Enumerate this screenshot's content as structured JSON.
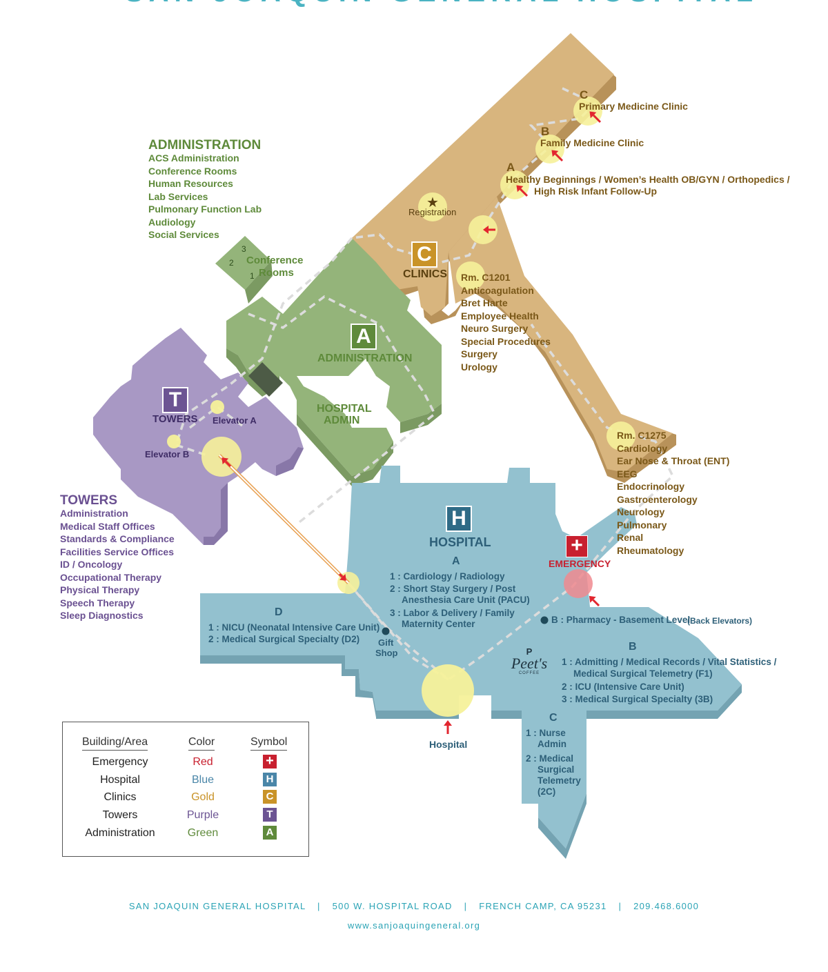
{
  "title_fragment": "SAN JOAQUIN GENERAL HOSPITAL",
  "administration": {
    "heading": "ADMINISTRATION",
    "items": [
      "ACS Administration",
      "Conference Rooms",
      "Human Resources",
      "Lab Services",
      "Pulmonary Function Lab",
      "Audiology",
      "Social Services"
    ],
    "building_letter": "A",
    "building_label": "ADMINISTRATION",
    "hospital_admin": [
      "HOSPITAL",
      "ADMIN"
    ],
    "conference": [
      "Conference",
      "Rooms"
    ],
    "conference_numbers": [
      "3",
      "2",
      "1"
    ]
  },
  "towers": {
    "heading": "TOWERS",
    "items": [
      "Administration",
      "Medical Staff Offices",
      "Standards & Compliance",
      "Facilities Service Offices",
      "ID / Oncology",
      "Occupational Therapy",
      "Physical Therapy",
      "Speech Therapy",
      "Sleep Diagnostics"
    ],
    "building_letter": "T",
    "building_label": "TOWERS",
    "elevator_a": "Elevator A",
    "elevator_b": "Elevator B"
  },
  "clinics": {
    "building_letter": "C",
    "building_label": "CLINICS",
    "registration": "Registration",
    "c_letter": "C",
    "c_label": "Primary Medicine Clinic",
    "b_letter": "B",
    "b_label": "Family Medicine Clinic",
    "a_letter": "A",
    "a_label_1": "Healthy Beginnings / Women’s Health OB/GYN / Orthopedics /",
    "a_label_2": "High Risk Infant Follow-Up",
    "c1201": [
      "Rm. C1201",
      "Anticoagulation",
      "Bret Harte",
      "Employee Health",
      "Neuro Surgery",
      "Special Procedures",
      "Surgery",
      "Urology"
    ],
    "c1275": [
      "Rm. C1275",
      "Cardiology",
      "Ear Nose & Throat (ENT)",
      "EEG",
      "Endocrinology",
      "Gastroenterology",
      "Neurology",
      "Pulmonary",
      "Renal",
      "Rheumatology"
    ]
  },
  "hospital": {
    "building_letter": "H",
    "building_label": "HOSPITAL",
    "emergency_label": "EMERGENCY",
    "entrance_label": "Hospital",
    "gift_shop": [
      "Gift",
      "Shop"
    ],
    "peets": "Peet's",
    "peets_sub": "COFFEE",
    "wing_a": {
      "letter": "A",
      "lines": [
        "1 : Cardiology / Radiology",
        "2 : Short Stay Surgery / Post",
        "Anesthesia Care Unit (PACU)",
        "3 : Labor & Delivery / Family",
        "Maternity Center"
      ]
    },
    "wing_b": {
      "letter": "B",
      "lines": [
        "1 : Admitting / Medical Records / Vital Statistics /",
        "Medical Surgical Telemetry (F1)",
        "2 : ICU (Intensive Care Unit)",
        "3 : Medical Surgical Specialty (3B)"
      ]
    },
    "wing_c": {
      "letter": "C",
      "lines": [
        "1 : Nurse",
        "Admin",
        "2 : Medical",
        "Surgical",
        "Telemetry",
        "(2C)"
      ]
    },
    "wing_d": {
      "letter": "D",
      "lines": [
        "1 : NICU (Neonatal Intensive Care Unit)",
        "2 : Medical Surgical Specialty (D2)"
      ]
    },
    "pharmacy": "B : Pharmacy - Basement Level",
    "pharmacy_note": "(Back Elevators)"
  },
  "legend": {
    "headers": [
      "Building/Area",
      "Color",
      "Symbol"
    ],
    "rows": [
      {
        "area": "Emergency",
        "color": "Red",
        "symbol": "+",
        "hex": "#c8202f"
      },
      {
        "area": "Hospital",
        "color": "Blue",
        "symbol": "H",
        "hex": "#4a86a8"
      },
      {
        "area": "Clinics",
        "color": "Gold",
        "symbol": "C",
        "hex": "#c99328"
      },
      {
        "area": "Towers",
        "color": "Purple",
        "symbol": "T",
        "hex": "#6c5493"
      },
      {
        "area": "Administration",
        "color": "Green",
        "symbol": "A",
        "hex": "#5f8a3b"
      }
    ]
  },
  "footer": {
    "name": "SAN JOAQUIN GENERAL HOSPITAL",
    "address": "500 W. HOSPITAL ROAD",
    "city": "FRENCH CAMP, CA 95231",
    "phone": "209.468.6000",
    "website": "www.sanjoaquingeneral.org"
  },
  "colors": {
    "clinics": "#d8b57e",
    "admin": "#94b47a",
    "towers": "#a898c4",
    "hospital": "#93c1cf",
    "highlight": "#f6f19a",
    "arrow": "#e2262f"
  }
}
